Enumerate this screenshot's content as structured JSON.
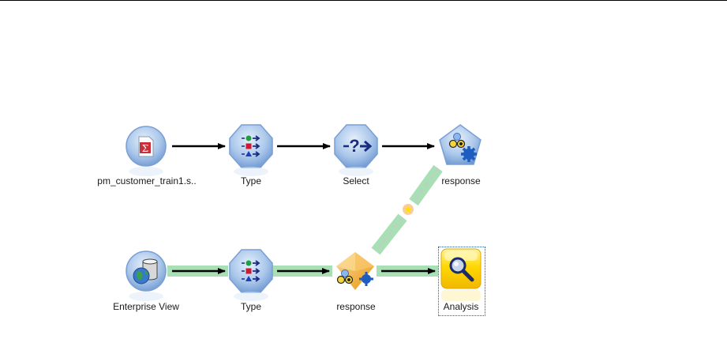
{
  "stream": {
    "nodes": [
      {
        "id": "n1",
        "label": "pm_customer_train1.s..",
        "type": "statistics-file-source",
        "icon": "statistics-file-icon"
      },
      {
        "id": "n2",
        "label": "Type",
        "type": "type",
        "icon": "type-icon"
      },
      {
        "id": "n3",
        "label": "Select",
        "type": "select",
        "icon": "select-icon"
      },
      {
        "id": "n4",
        "label": "response",
        "type": "modeling",
        "icon": "model-builder-icon"
      },
      {
        "id": "n5",
        "label": "Enterprise View",
        "type": "enterprise-view-source",
        "icon": "enterprise-view-icon"
      },
      {
        "id": "n6",
        "label": "Type",
        "type": "type",
        "icon": "type-icon"
      },
      {
        "id": "n7",
        "label": "response",
        "type": "model-nugget",
        "icon": "model-nugget-icon"
      },
      {
        "id": "n8",
        "label": "Analysis",
        "type": "analysis",
        "icon": "analysis-icon",
        "selected": true
      }
    ],
    "connections": [
      {
        "from": "n1",
        "to": "n2",
        "highlighted": false
      },
      {
        "from": "n2",
        "to": "n3",
        "highlighted": false
      },
      {
        "from": "n3",
        "to": "n4",
        "highlighted": false
      },
      {
        "from": "n5",
        "to": "n6",
        "highlighted": true
      },
      {
        "from": "n6",
        "to": "n7",
        "highlighted": true
      },
      {
        "from": "n7",
        "to": "n8",
        "highlighted": true
      }
    ],
    "model_link": {
      "from": "n4",
      "to": "n7",
      "style": "dashed-highlight",
      "marker": "refresh-star-icon"
    }
  },
  "colors": {
    "highlight": "#a8dfb5",
    "arrow": "#000000",
    "node_blue": "#7ea8dc",
    "nugget_gold": "#f0a820",
    "analysis_yellow": "#f8d000",
    "selection": "#2a5a9a"
  }
}
